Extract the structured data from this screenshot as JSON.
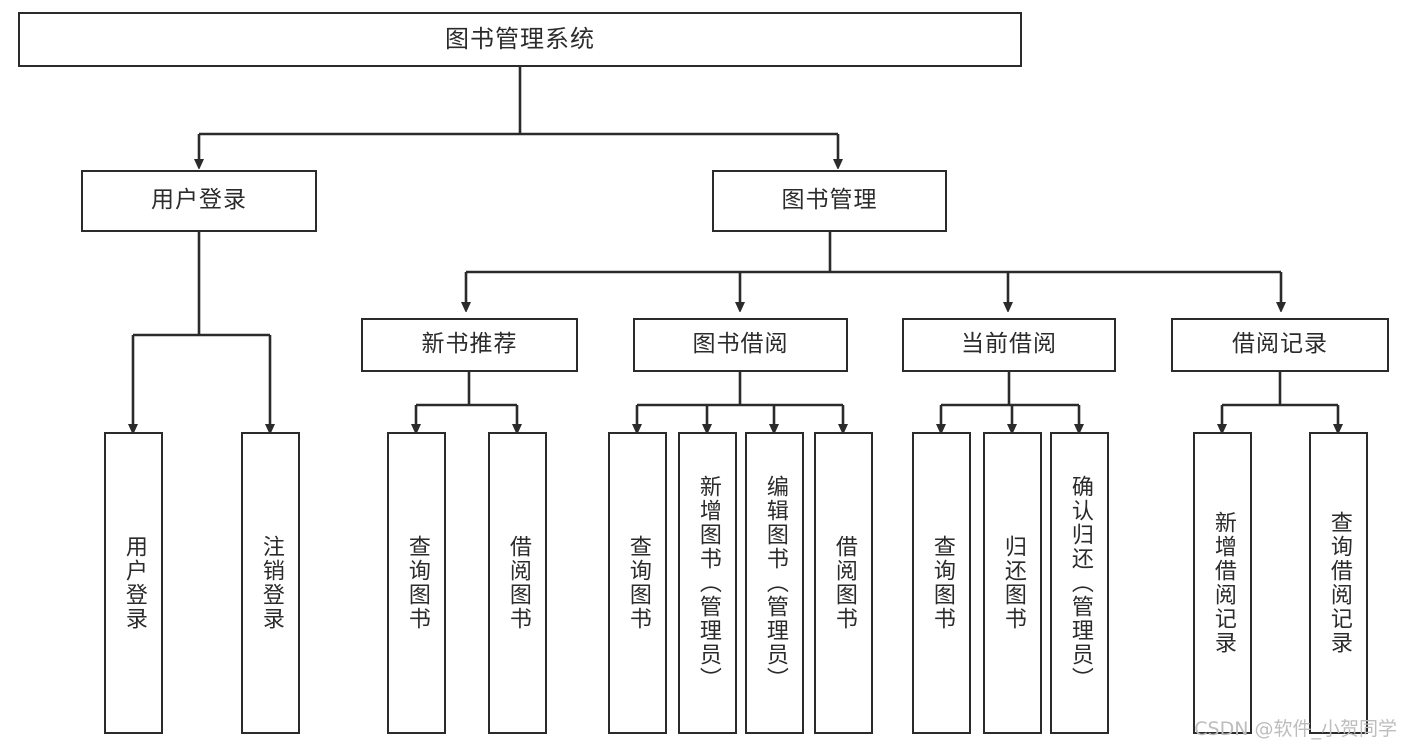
{
  "diagram": {
    "type": "tree-hierarchy",
    "title": "图书管理系统",
    "orientation": "top-down",
    "colors": {
      "stroke": "#2b2b2b",
      "fill": "#ffffff",
      "watermark": "#bdbdbd"
    },
    "levels": [
      {
        "level": 1,
        "nodes": [
          {
            "id": "root",
            "label": "图书管理系统"
          }
        ]
      },
      {
        "level": 2,
        "nodes": [
          {
            "id": "user-login",
            "label": "用户登录",
            "parent": "root"
          },
          {
            "id": "book-manage",
            "label": "图书管理",
            "parent": "root"
          }
        ]
      },
      {
        "level": 3,
        "nodes": [
          {
            "id": "new-book-rec",
            "label": "新书推荐",
            "parent": "book-manage"
          },
          {
            "id": "book-borrow",
            "label": "图书借阅",
            "parent": "book-manage"
          },
          {
            "id": "current-borrow",
            "label": "当前借阅",
            "parent": "book-manage"
          },
          {
            "id": "borrow-record",
            "label": "借阅记录",
            "parent": "book-manage"
          }
        ]
      },
      {
        "level": 4,
        "nodes": [
          {
            "id": "leaf-1",
            "label": "用户登录",
            "parent": "user-login"
          },
          {
            "id": "leaf-2",
            "label": "注销登录",
            "parent": "user-login"
          },
          {
            "id": "leaf-3",
            "label": "查询图书",
            "parent": "new-book-rec"
          },
          {
            "id": "leaf-4",
            "label": "借阅图书",
            "parent": "new-book-rec"
          },
          {
            "id": "leaf-5",
            "label": "查询图书",
            "parent": "book-borrow"
          },
          {
            "id": "leaf-6",
            "label": "新增图书（管理员）",
            "parent": "book-borrow"
          },
          {
            "id": "leaf-7",
            "label": "编辑图书（管理员）",
            "parent": "book-borrow"
          },
          {
            "id": "leaf-8",
            "label": "借阅图书",
            "parent": "book-borrow"
          },
          {
            "id": "leaf-9",
            "label": "查询图书",
            "parent": "current-borrow"
          },
          {
            "id": "leaf-10",
            "label": "归还图书",
            "parent": "current-borrow"
          },
          {
            "id": "leaf-11",
            "label": "确认归还（管理员）",
            "parent": "current-borrow"
          },
          {
            "id": "leaf-12",
            "label": "新增借阅记录",
            "parent": "borrow-record"
          },
          {
            "id": "leaf-13",
            "label": "查询借阅记录",
            "parent": "borrow-record"
          }
        ]
      }
    ]
  },
  "watermark": {
    "text": "CSDN @软件_小贺同学"
  }
}
